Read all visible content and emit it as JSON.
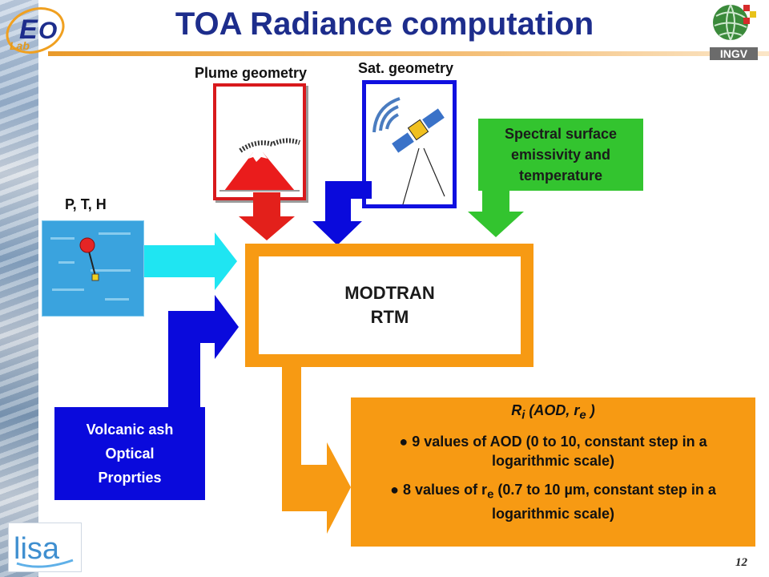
{
  "title": "TOA Radiance computation",
  "labels": {
    "plume_geometry": "Plume geometry",
    "sat_geometry": "Sat. geometry",
    "pth": "P, T, H"
  },
  "emissivity": {
    "line1": "Spectral surface",
    "line2": "emissivity and",
    "line3": "temperature"
  },
  "modtran": {
    "line1": "MODTRAN",
    "line2": "RTM"
  },
  "ash": {
    "line1": "Volcanic ash",
    "line2": "Optical",
    "line3": "Proprties"
  },
  "result": {
    "header_prefix": "R",
    "header_sub": "i",
    "header_mid": " (AOD, r",
    "header_sub2": "e",
    "header_end": " )",
    "bullet1": "9 values of AOD (0 to 10, constant step in a logarithmic scale)",
    "bullet2_prefix": "8 values of r",
    "bullet2_sub": "e",
    "bullet2_rest": " (0.7 to 10 µm, constant step in a logarithmic scale)"
  },
  "logos": {
    "top_left": "Eo Lab",
    "top_right": "INGV",
    "bottom_left": "lisa"
  },
  "page_number": "12",
  "colors": {
    "title": "#1d2d8c",
    "plume_arrow": "#e3201b",
    "sat_arrow": "#0a0adc",
    "emissivity": "#33c42f",
    "pth_arrow": "#1fe5f2",
    "modtran": "#f79a13",
    "ash": "#0a0adc"
  }
}
